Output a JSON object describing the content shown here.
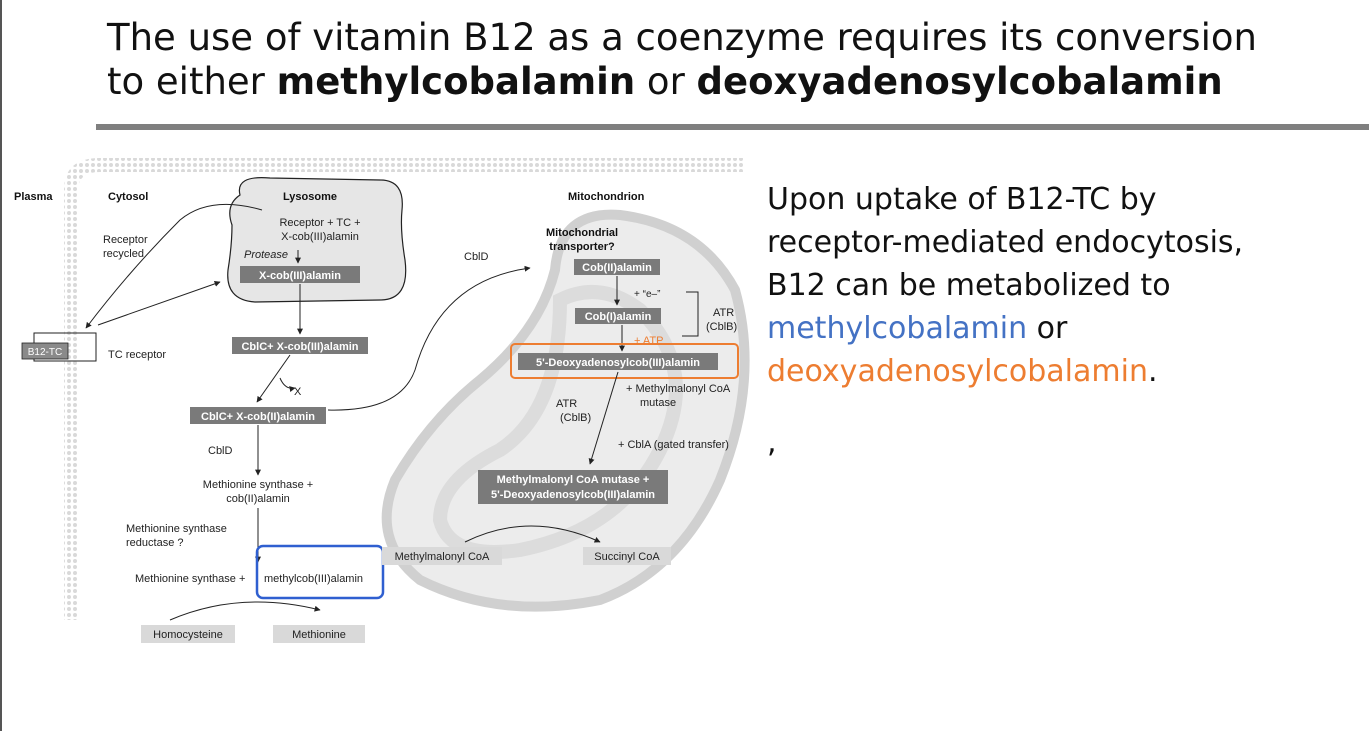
{
  "slide": {
    "title_plain1": "The use of vitamin B12 as a coenzyme requires its conversion",
    "title_plain2": "to either ",
    "title_bold1": "methylcobalamin",
    "title_plain3": " or ",
    "title_bold2": "deoxyadenosylcobalamin",
    "side_line1": "Upon uptake of B12-TC by",
    "side_line2": "receptor-mediated endocytosis,",
    "side_line3": "B12 can be metabolized to",
    "side_methyl": "methylcobalamin",
    "side_or": " or",
    "side_deoxy": "deoxyadenosylcobalamin",
    "side_period": ".",
    "stray_comma": ",",
    "colors": {
      "methyl": "#4472c4",
      "deoxy": "#ed7d31",
      "rule": "#7f7f7f"
    }
  },
  "diagram": {
    "plasma": "Plasma",
    "cytosol": "Cytosol",
    "lysosome": "Lysosome",
    "mitochondrion": "Mitochondrion",
    "receptor_recycled1": "Receptor",
    "receptor_recycled2": "recycled",
    "b12_tc": "B12-TC",
    "tc_receptor": "TC receptor",
    "lyso_text1": "Receptor + TC +",
    "lyso_text2": "X-cob(III)alamin",
    "protease": "Protease",
    "lyso_box": "X-cob(III)alamin",
    "cblc_xcob3": "CblC+ X-cob(III)alamin",
    "x_label": "X",
    "cblc_xcob2": "CblC+ X-cob(II)alamin",
    "cbld_1": "CblD",
    "cbld_2": "CblD",
    "ms_cob2_1": "Methionine synthase +",
    "ms_cob2_2": "cob(II)alamin",
    "ms_reductase1": "Methionine synthase",
    "ms_reductase2": "reductase ?",
    "ms_methylcob_a": "Methionine synthase + ",
    "ms_methylcob_b": "methylcob(III)alamin",
    "homocysteine": "Homocysteine",
    "methionine": "Methionine",
    "mito_transporter1": "Mitochondrial",
    "mito_transporter2": "transporter?",
    "cob2": "Cob(II)alamin",
    "plus_e": "+ “e–”",
    "cob1": "Cob(I)alamin",
    "atr_cblb_1a": "ATR",
    "atr_cblb_1b": "(CblB)",
    "plus_atp": "+ ATP",
    "deoxyado_box": "5'-Deoxyadenosylcob(III)alamin",
    "plus_mmcoa1": "+ Methylmalonyl CoA",
    "plus_mmcoa2": "mutase",
    "atr_cblb_2a": "ATR",
    "atr_cblb_2b": "(CblB)",
    "cbla": "+ CblA (gated transfer)",
    "mcm_box1": "Methylmalonyl CoA mutase +",
    "mcm_box2": "5'-Deoxyadenosylcob(III)alamin",
    "methylmalonyl_coa": "Methylmalonyl CoA",
    "succinyl_coa": "Succinyl CoA"
  }
}
